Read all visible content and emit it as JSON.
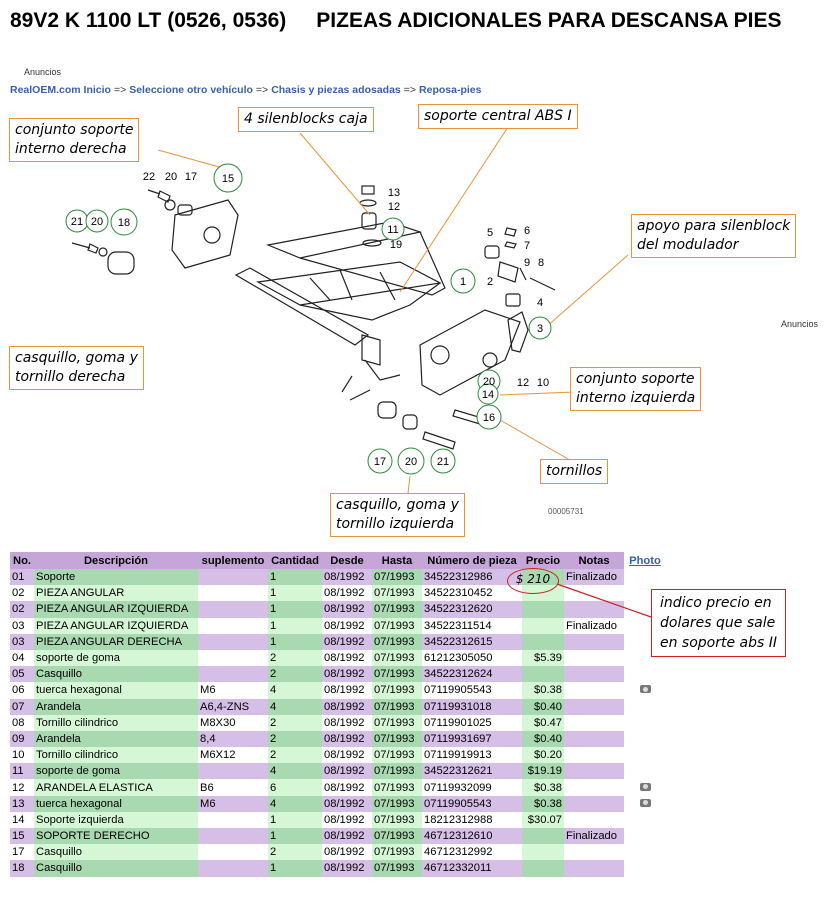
{
  "page": {
    "title_model": "89V2 K 1100 LT (0526, 0536)",
    "title_section": "PIZEAS ADICIONALES PARA DESCANSA PIES",
    "ads_label": "Anuncios",
    "ads_label_right": "Anuncios"
  },
  "breadcrumb": {
    "home": "RealOEM.com Inicio",
    "vehicle": "Seleccione otro vehículo",
    "chassis": "Chasis y piezas adosadas",
    "current": "Reposa-pies",
    "sep": "=>"
  },
  "diagram": {
    "code": "00005731",
    "callouts": {
      "inner_right": "conjunto soporte\ninterno derecha",
      "silentblocks": "4 silenblocks caja",
      "abs_support": "soporte central ABS I",
      "modulator": "apoyo para silenblock\ndel modulador",
      "bushing_right": "casquillo, goma y\ntornillo derecha",
      "inner_left": "conjunto soporte\ninterno izquierda",
      "bolts": "tornillos",
      "bushing_left": "casquillo, goma y\ntornillo izquierda"
    },
    "labels": {
      "n22": "22",
      "n20a": "20",
      "n17a": "17",
      "n15": "15",
      "n21a": "21",
      "n20b": "20",
      "n18": "18",
      "n13": "13",
      "n12a": "12",
      "n11": "11",
      "n19": "19",
      "n5": "5",
      "n6": "6",
      "n7": "7",
      "n9": "9",
      "n8": "8",
      "n1": "1",
      "n2": "2",
      "n4": "4",
      "n3": "3",
      "n12b": "12",
      "n10": "10",
      "n20c": "20",
      "n14": "14",
      "n16": "16",
      "n17b": "17",
      "n20d": "20",
      "n21b": "21"
    }
  },
  "table": {
    "headers": [
      "No.",
      "Descripción",
      "suplemento",
      "Cantidad",
      "Desde",
      "Hasta",
      "Número de pieza",
      "Precio",
      "Notas"
    ],
    "photo_header": "Photo",
    "rows": [
      {
        "no": "01",
        "desc": "Soporte",
        "sup": "",
        "qty": "1",
        "from": "08/1992",
        "to": "07/1993",
        "part": "34522312986",
        "price": "",
        "notes": "Finalizado",
        "photo": false
      },
      {
        "no": "02",
        "desc": "PIEZA ANGULAR",
        "sup": "",
        "qty": "1",
        "from": "08/1992",
        "to": "07/1993",
        "part": "34522310452",
        "price": "",
        "notes": "",
        "photo": false
      },
      {
        "no": "02",
        "desc": "PIEZA ANGULAR IZQUIERDA",
        "sup": "",
        "qty": "1",
        "from": "08/1992",
        "to": "07/1993",
        "part": "34522312620",
        "price": "",
        "notes": "",
        "photo": false
      },
      {
        "no": "03",
        "desc": "PIEZA ANGULAR IZQUIERDA",
        "sup": "",
        "qty": "1",
        "from": "08/1992",
        "to": "07/1993",
        "part": "34522311514",
        "price": "",
        "notes": "Finalizado",
        "photo": false
      },
      {
        "no": "03",
        "desc": "PIEZA ANGULAR DERECHA",
        "sup": "",
        "qty": "1",
        "from": "08/1992",
        "to": "07/1993",
        "part": "34522312615",
        "price": "",
        "notes": "",
        "photo": false
      },
      {
        "no": "04",
        "desc": "soporte de goma",
        "sup": "",
        "qty": "2",
        "from": "08/1992",
        "to": "07/1993",
        "part": "61212305050",
        "price": "$5.39",
        "notes": "",
        "photo": false
      },
      {
        "no": "05",
        "desc": "Casquillo",
        "sup": "",
        "qty": "2",
        "from": "08/1992",
        "to": "07/1993",
        "part": "34522312624",
        "price": "",
        "notes": "",
        "photo": false
      },
      {
        "no": "06",
        "desc": "tuerca hexagonal",
        "sup": "M6",
        "qty": "4",
        "from": "08/1992",
        "to": "07/1993",
        "part": "07119905543",
        "price": "$0.38",
        "notes": "",
        "photo": true
      },
      {
        "no": "07",
        "desc": "Arandela",
        "sup": "A6,4-ZNS",
        "qty": "4",
        "from": "08/1992",
        "to": "07/1993",
        "part": "07119931018",
        "price": "$0.40",
        "notes": "",
        "photo": false
      },
      {
        "no": "08",
        "desc": "Tornillo cilindrico",
        "sup": "M8X30",
        "qty": "2",
        "from": "08/1992",
        "to": "07/1993",
        "part": "07119901025",
        "price": "$0.47",
        "notes": "",
        "photo": false
      },
      {
        "no": "09",
        "desc": "Arandela",
        "sup": "8,4",
        "qty": "2",
        "from": "08/1992",
        "to": "07/1993",
        "part": "07119931697",
        "price": "$0.40",
        "notes": "",
        "photo": false
      },
      {
        "no": "10",
        "desc": "Tornillo cilindrico",
        "sup": "M6X12",
        "qty": "2",
        "from": "08/1992",
        "to": "07/1993",
        "part": "07119919913",
        "price": "$0.20",
        "notes": "",
        "photo": false
      },
      {
        "no": "11",
        "desc": "soporte de goma",
        "sup": "",
        "qty": "4",
        "from": "08/1992",
        "to": "07/1993",
        "part": "34522312621",
        "price": "$19.19",
        "notes": "",
        "photo": false
      },
      {
        "no": "12",
        "desc": "ARANDELA ELASTICA",
        "sup": "B6",
        "qty": "6",
        "from": "08/1992",
        "to": "07/1993",
        "part": "07119932099",
        "price": "$0.38",
        "notes": "",
        "photo": true
      },
      {
        "no": "13",
        "desc": "tuerca hexagonal",
        "sup": "M6",
        "qty": "4",
        "from": "08/1992",
        "to": "07/1993",
        "part": "07119905543",
        "price": "$0.38",
        "notes": "",
        "photo": true
      },
      {
        "no": "14",
        "desc": "Soporte izquierda",
        "sup": "",
        "qty": "1",
        "from": "08/1992",
        "to": "07/1993",
        "part": "18212312988",
        "price": "$30.07",
        "notes": "",
        "photo": false
      },
      {
        "no": "15",
        "desc": "SOPORTE DERECHO",
        "sup": "",
        "qty": "1",
        "from": "08/1992",
        "to": "07/1993",
        "part": "46712312610",
        "price": "",
        "notes": "Finalizado",
        "photo": false
      },
      {
        "no": "17",
        "desc": "Casquillo",
        "sup": "",
        "qty": "2",
        "from": "08/1992",
        "to": "07/1993",
        "part": "46712312992",
        "price": "",
        "notes": "",
        "photo": false
      },
      {
        "no": "18",
        "desc": "Casquillo",
        "sup": "",
        "qty": "1",
        "from": "08/1992",
        "to": "07/1993",
        "part": "46712332011",
        "price": "",
        "notes": "",
        "photo": false
      }
    ]
  },
  "annotation": {
    "price_value": "$ 210",
    "note": "indico precio en\ndolares que sale\nen soporte abs II",
    "color": "#d02020"
  },
  "colors": {
    "header_bg": "#c6a6d9",
    "row_odd": "#d6bfe6",
    "row_odd_green": "#a9d9b0",
    "row_even_green": "#d6f7d6",
    "link": "#3a5ea8",
    "callout_border": "#e8933a",
    "diagram_circle": "#2a8a3a"
  },
  "icons": {
    "photo": "camera-icon"
  }
}
